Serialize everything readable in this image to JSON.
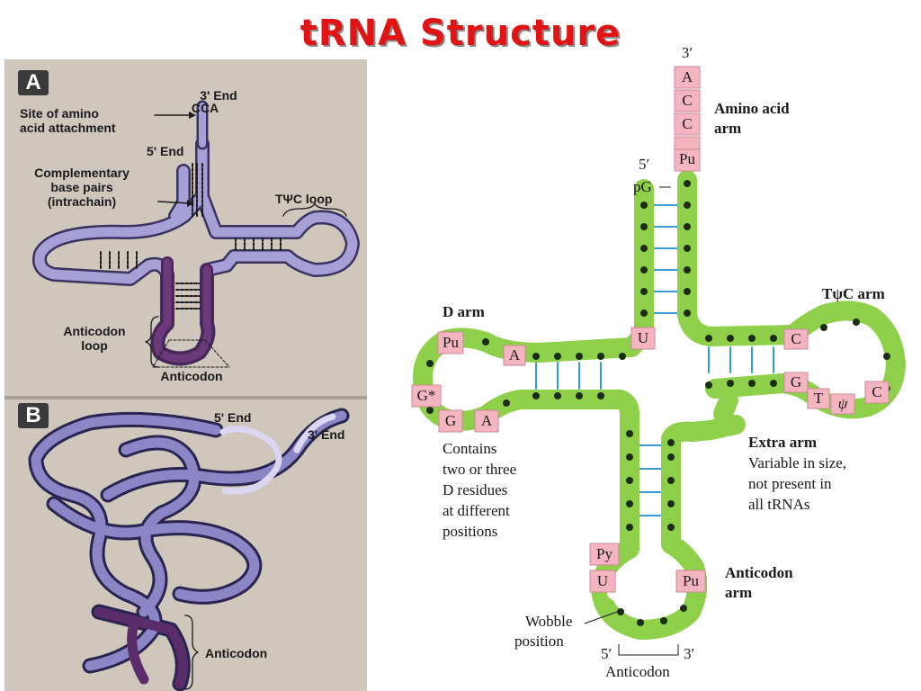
{
  "title": "tRNA Structure",
  "panel_a": {
    "label": "A",
    "site_line1": "Site of amino",
    "site_line2": "acid attachment",
    "end3": "3' End",
    "cca": "CCA",
    "end5": "5' End",
    "comp_line1": "Complementary",
    "comp_line2": "base pairs",
    "comp_line3": "(intrachain)",
    "tpsic_loop": "TΨC loop",
    "anticodon_loop_line1": "Anticodon",
    "anticodon_loop_line2": "loop",
    "anticodon": "Anticodon"
  },
  "panel_b": {
    "label": "B",
    "end5": "5' End",
    "end3": "3' End",
    "anticodon": "Anticodon"
  },
  "panel_c": {
    "prime3": "3′",
    "prime5": "5′",
    "acceptor_bases": [
      "A",
      "C",
      "C",
      "Pu"
    ],
    "pg": "pG",
    "amino_arm_line1": "Amino acid",
    "amino_arm_line2": "arm",
    "d_arm": "D arm",
    "tpsic_arm": "TψC arm",
    "bases": {
      "pu_d": "Pu",
      "a_d": "A",
      "u_junction": "U",
      "g_star": "G*",
      "g": "G",
      "a": "A",
      "c_t": "C",
      "g_t": "G",
      "t": "T",
      "psi": "ψ",
      "c_loop": "C",
      "py": "Py",
      "u_anti": "U",
      "pu_anti": "Pu"
    },
    "contains_lines": [
      "Contains",
      "two or three",
      "D residues",
      "at different",
      "positions"
    ],
    "extra_arm": "Extra arm",
    "extra_lines": [
      "Variable in size,",
      "not present in",
      "all tRNAs"
    ],
    "anticodon_arm_line1": "Anticodon",
    "anticodon_arm_line2": "arm",
    "wobble_line1": "Wobble",
    "wobble_line2": "position",
    "anticodon_5": "5′",
    "anticodon_3": "3′",
    "anticodon": "Anticodon"
  },
  "colors": {
    "title": "#e01414",
    "panel_bg": "#cfc6bc",
    "light_purple": "#a6a0d6",
    "dark_purple": "#5a2d6a",
    "green": "#8ed04a",
    "base_box": "#f5b5c0",
    "pair_line": "#3a9ad8"
  }
}
